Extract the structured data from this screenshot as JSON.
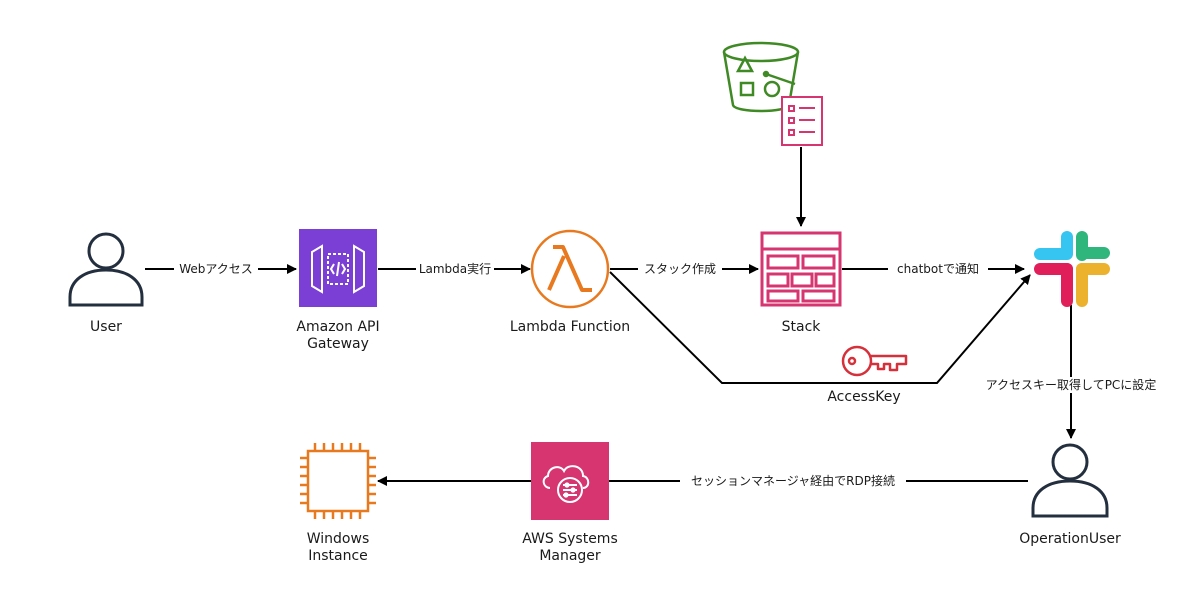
{
  "nodes": {
    "user": "User",
    "api_gateway": [
      "Amazon API",
      "Gateway"
    ],
    "lambda": "Lambda Function",
    "stack": "Stack",
    "accesskey": "AccessKey",
    "operation_user": "OperationUser",
    "ssm": [
      "AWS Systems",
      "Manager"
    ],
    "windows": [
      "Windows",
      "Instance"
    ]
  },
  "edges": {
    "web_access": "Webアクセス",
    "lambda_exec": "Lambda実行",
    "create_stack": "スタック作成",
    "notify_chatbot": "chatbotで通知",
    "get_accesskey": "アクセスキー取得してPCに設定",
    "rdp": "セッションマネージャ経由でRDP接続"
  },
  "colors": {
    "api_gateway": "#7b3fd6",
    "lambda": "#e8791e",
    "cloudformation": "#d6356f",
    "s3": "#3f8a24",
    "ssm": "#d6356f",
    "key": "#d6303a",
    "ec2": "#e8791e",
    "slack_blue": "#36c5f0",
    "slack_green": "#2eb67d",
    "slack_red": "#e01e5a",
    "slack_yellow": "#ecb22e"
  },
  "icons": {
    "user": "user-icon",
    "api_gateway": "api-gateway-icon",
    "lambda": "lambda-icon",
    "stack": "cloudformation-stack-icon",
    "template": "template-document-icon",
    "s3": "s3-bucket-icon",
    "slack": "slack-icon",
    "key": "key-icon",
    "ssm": "systems-manager-icon",
    "ec2": "ec2-instance-icon",
    "operation_user": "operation-user-icon"
  }
}
